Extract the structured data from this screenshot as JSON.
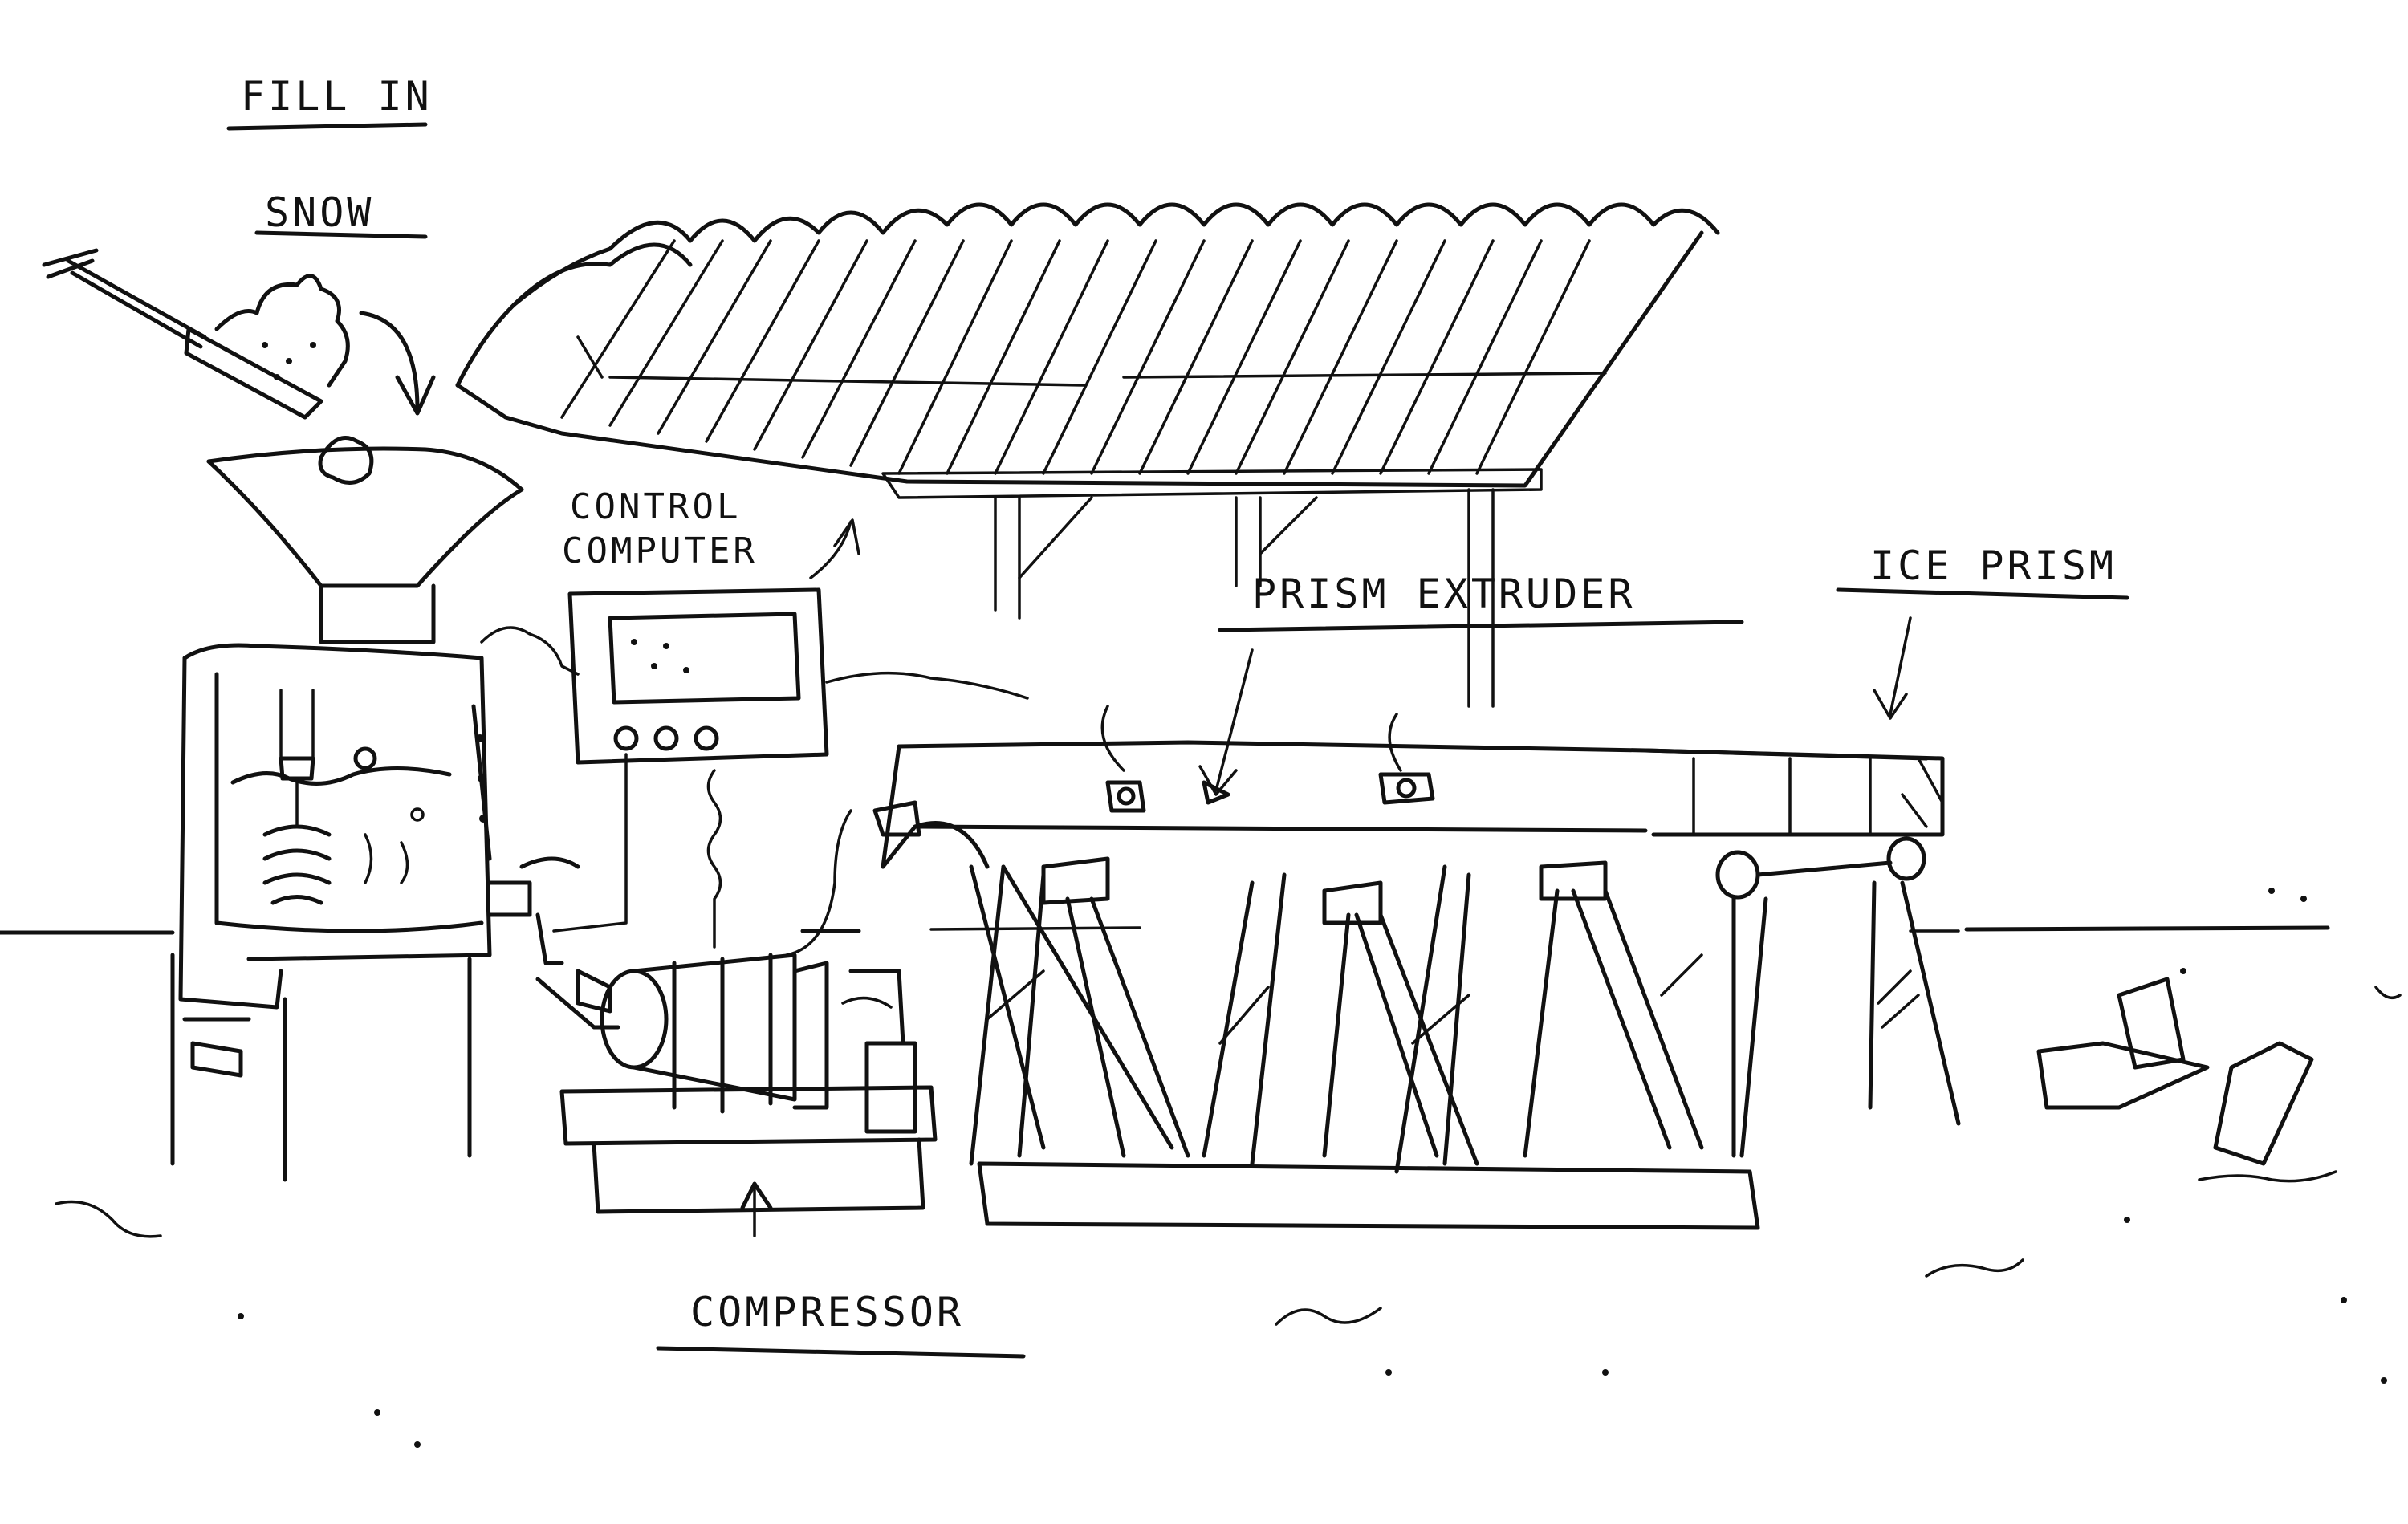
{
  "labels": {
    "fill_in": "FILL IN",
    "snow": "SNOW",
    "control_computer_line1": "CONTROL",
    "control_computer_line2": "COMPUTER",
    "prism_extruder": "PRISM EXTRUDER",
    "ice_prism": "ICE PRISM",
    "compressor": "COMPRESSOR"
  }
}
